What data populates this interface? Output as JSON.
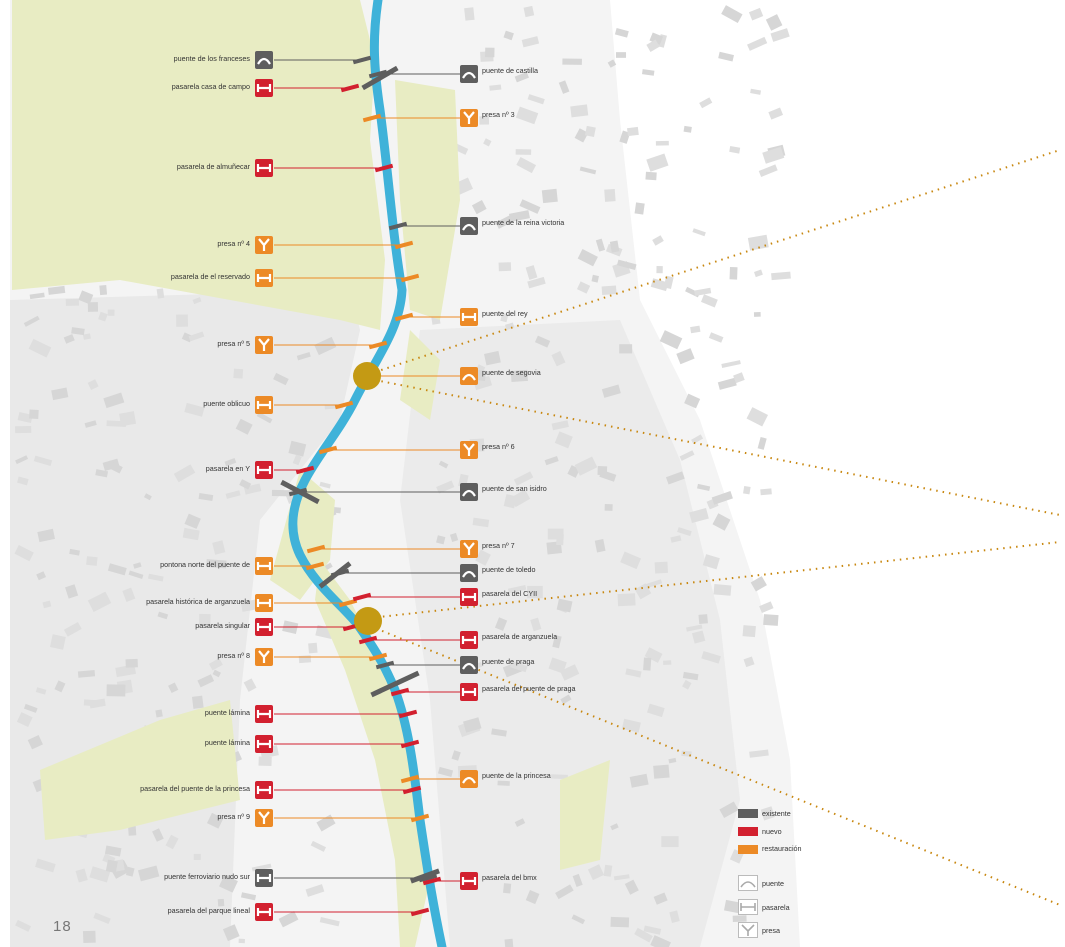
{
  "page_number": "18",
  "colors": {
    "existente": "#5e5e5e",
    "nuevo": "#d2202f",
    "restauracion": "#ec8a26",
    "river": "#3fb2d9",
    "park": "#e8ecc3",
    "marker": "#c49a14",
    "dotted": "#c8870f"
  },
  "legend": {
    "existente": "existente",
    "nuevo": "nuevo",
    "restauracion": "restauración",
    "puente": "puente",
    "pasarela": "pasarela",
    "presa": "presa"
  },
  "left_labels": [
    {
      "text": "puente de los franceses",
      "color": "existente",
      "icon": "puente"
    },
    {
      "text": "pasarela casa de campo",
      "color": "nuevo",
      "icon": "pasarela"
    },
    {
      "text": "pasarela de almuñecar",
      "color": "nuevo",
      "icon": "pasarela"
    },
    {
      "text": "presa nº 4",
      "color": "restauracion",
      "icon": "presa"
    },
    {
      "text": "pasarela de el reservado",
      "color": "restauracion",
      "icon": "pasarela"
    },
    {
      "text": "presa nº 5",
      "color": "restauracion",
      "icon": "presa"
    },
    {
      "text": "puente oblicuo",
      "color": "restauracion",
      "icon": "pasarela"
    },
    {
      "text": "pasarela en Y",
      "color": "nuevo",
      "icon": "pasarela"
    },
    {
      "text": "pontona norte del puente de",
      "color": "restauracion",
      "icon": "pasarela"
    },
    {
      "text": "pasarela histórica de arganzuela",
      "color": "restauracion",
      "icon": "pasarela"
    },
    {
      "text": "pasarela singular",
      "color": "nuevo",
      "icon": "pasarela"
    },
    {
      "text": "presa nº 8",
      "color": "restauracion",
      "icon": "presa"
    },
    {
      "text": "puente lámina",
      "color": "nuevo",
      "icon": "pasarela"
    },
    {
      "text": "puente lámina",
      "color": "nuevo",
      "icon": "pasarela"
    },
    {
      "text": "pasarela del puente de la princesa",
      "color": "nuevo",
      "icon": "pasarela"
    },
    {
      "text": "presa nº 9",
      "color": "restauracion",
      "icon": "presa"
    },
    {
      "text": "puente ferroviario nudo sur",
      "color": "existente",
      "icon": "pasarela"
    },
    {
      "text": "pasarela del parque lineal",
      "color": "nuevo",
      "icon": "pasarela"
    }
  ],
  "right_labels": [
    {
      "text": "puente de castilla",
      "color": "existente",
      "icon": "puente"
    },
    {
      "text": "presa nº 3",
      "color": "restauracion",
      "icon": "presa"
    },
    {
      "text": "puente de la reina victoria",
      "color": "existente",
      "icon": "puente"
    },
    {
      "text": "puente del rey",
      "color": "restauracion",
      "icon": "pasarela"
    },
    {
      "text": "puente de segovia",
      "color": "restauracion",
      "icon": "puente"
    },
    {
      "text": "presa nº 6",
      "color": "restauracion",
      "icon": "presa"
    },
    {
      "text": "puente de san isidro",
      "color": "existente",
      "icon": "puente"
    },
    {
      "text": "presa nº 7",
      "color": "restauracion",
      "icon": "presa"
    },
    {
      "text": "puente de toledo",
      "color": "existente",
      "icon": "puente"
    },
    {
      "text": "pasarela del CYII",
      "color": "nuevo",
      "icon": "pasarela"
    },
    {
      "text": "pasarela de arganzuela",
      "color": "nuevo",
      "icon": "pasarela"
    },
    {
      "text": "puente de praga",
      "color": "existente",
      "icon": "puente"
    },
    {
      "text": "pasarela del puente de praga",
      "color": "nuevo",
      "icon": "pasarela"
    },
    {
      "text": "puente de la princesa",
      "color": "restauracion",
      "icon": "puente"
    },
    {
      "text": "pasarela del bmx",
      "color": "nuevo",
      "icon": "pasarela"
    }
  ]
}
